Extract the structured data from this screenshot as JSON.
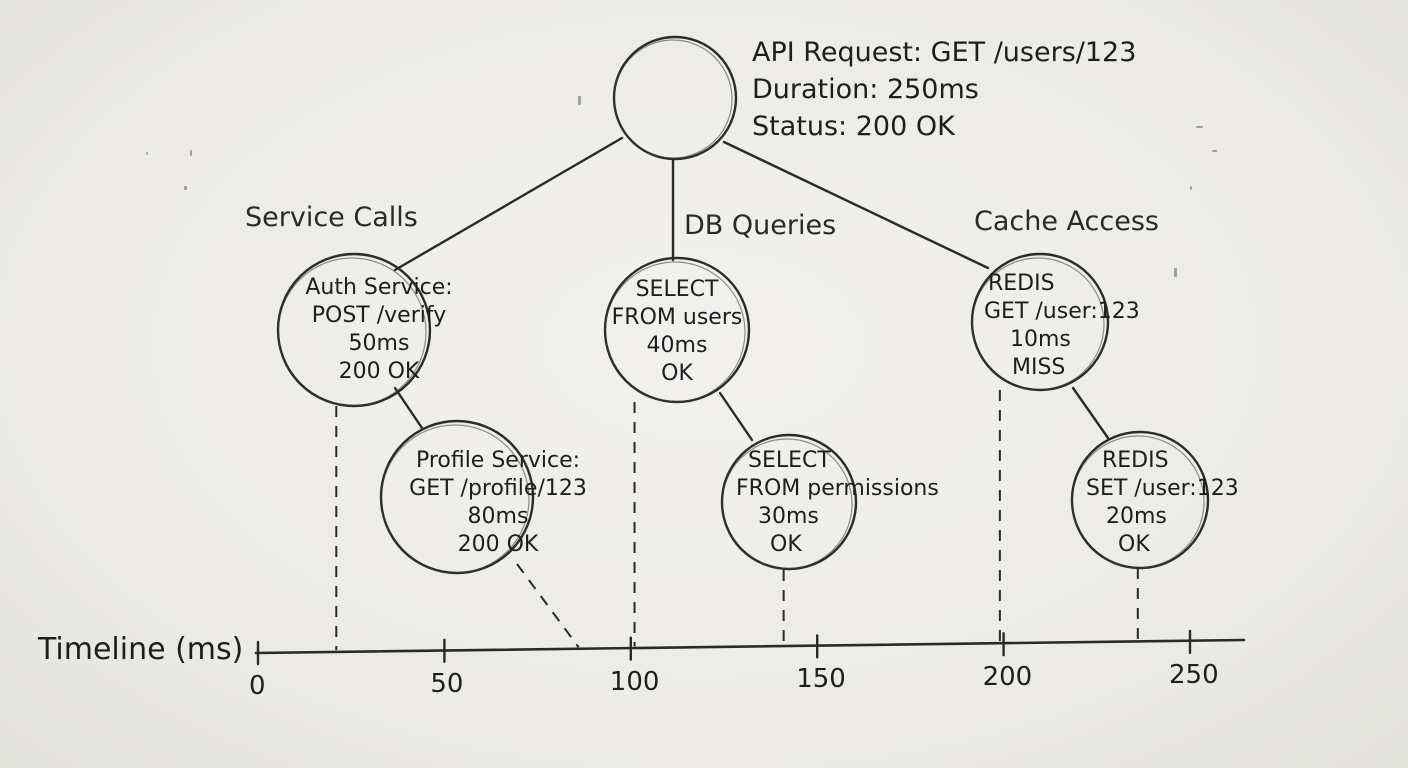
{
  "root": {
    "lines": [
      "API Request: GET /users/123",
      "Duration: 250ms",
      "Status: 200 OK"
    ]
  },
  "categories": {
    "service": "Service Calls",
    "db": "DB Queries",
    "cache": "Cache Access"
  },
  "nodes": {
    "auth": [
      "Auth Service:",
      "POST /verify",
      "50ms",
      "200 OK"
    ],
    "profile": [
      "Profile Service:",
      "GET /profile/123",
      "80ms",
      "200 OK"
    ],
    "select_users": [
      "SELECT",
      "FROM users",
      "40ms",
      "OK"
    ],
    "select_perms": [
      "SELECT",
      "FROM permissions",
      "30ms",
      "OK"
    ],
    "redis_get": [
      "REDIS",
      "GET /user:123",
      "10ms",
      "MISS"
    ],
    "redis_set": [
      "REDIS",
      "SET /user:123",
      "20ms",
      "OK"
    ]
  },
  "timeline": {
    "title": "Timeline (ms)",
    "ticks": [
      "0",
      "50",
      "100",
      "150",
      "200",
      "250"
    ],
    "tick_values": [
      0,
      50,
      100,
      150,
      200,
      250
    ],
    "markers": [
      {
        "node": "auth",
        "at": 21
      },
      {
        "node": "profile",
        "at": 86
      },
      {
        "node": "select_users",
        "at": 101
      },
      {
        "node": "select_perms",
        "at": 141
      },
      {
        "node": "redis_get",
        "at": 199
      },
      {
        "node": "redis_set",
        "at": 236
      }
    ]
  }
}
